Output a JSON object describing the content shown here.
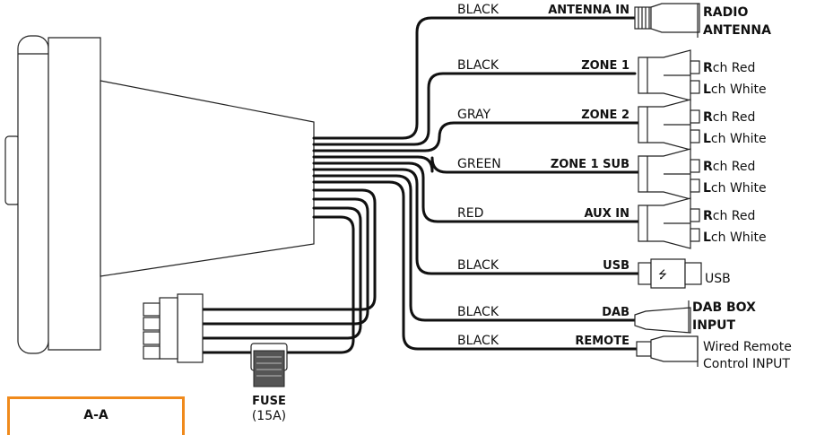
{
  "wires": [
    {
      "color": "BLACK",
      "connector": "ANTENNA IN",
      "dest": [
        "RADIO",
        "ANTENNA"
      ],
      "dest_bold": true,
      "type": "antenna"
    },
    {
      "color": "BLACK",
      "connector": "ZONE 1",
      "channels": [
        {
          "bold": "R",
          "rest": "ch Red"
        },
        {
          "bold": "L",
          "rest": "ch White"
        }
      ],
      "type": "rca"
    },
    {
      "color": "GRAY",
      "connector": "ZONE 2",
      "channels": [
        {
          "bold": "R",
          "rest": "ch Red"
        },
        {
          "bold": "L",
          "rest": "ch White"
        }
      ],
      "type": "rca"
    },
    {
      "color": "GREEN",
      "connector": "ZONE 1 SUB",
      "channels": [
        {
          "bold": "R",
          "rest": "ch Red"
        },
        {
          "bold": "L",
          "rest": "ch White"
        }
      ],
      "type": "rca"
    },
    {
      "color": "RED",
      "connector": "AUX IN",
      "channels": [
        {
          "bold": "R",
          "rest": "ch Red"
        },
        {
          "bold": "L",
          "rest": "ch White"
        }
      ],
      "type": "rca"
    },
    {
      "color": "BLACK",
      "connector": "USB",
      "dest": [
        "USB"
      ],
      "dest_bold": false,
      "type": "usb"
    },
    {
      "color": "BLACK",
      "connector": "DAB",
      "dest": [
        "DAB BOX",
        "INPUT"
      ],
      "dest_bold": true,
      "type": "dab"
    },
    {
      "color": "BLACK",
      "connector": "REMOTE",
      "dest": [
        "Wired Remote",
        "Control INPUT"
      ],
      "dest_bold": false,
      "type": "remote"
    }
  ],
  "fuse": {
    "label": "FUSE",
    "rating": "(15A)"
  },
  "section_box": {
    "title": "A-A",
    "border_color": "#f08a1c"
  },
  "colors": {
    "wire": "#111111",
    "outline": "#222222",
    "accent": "#f08a1c"
  }
}
